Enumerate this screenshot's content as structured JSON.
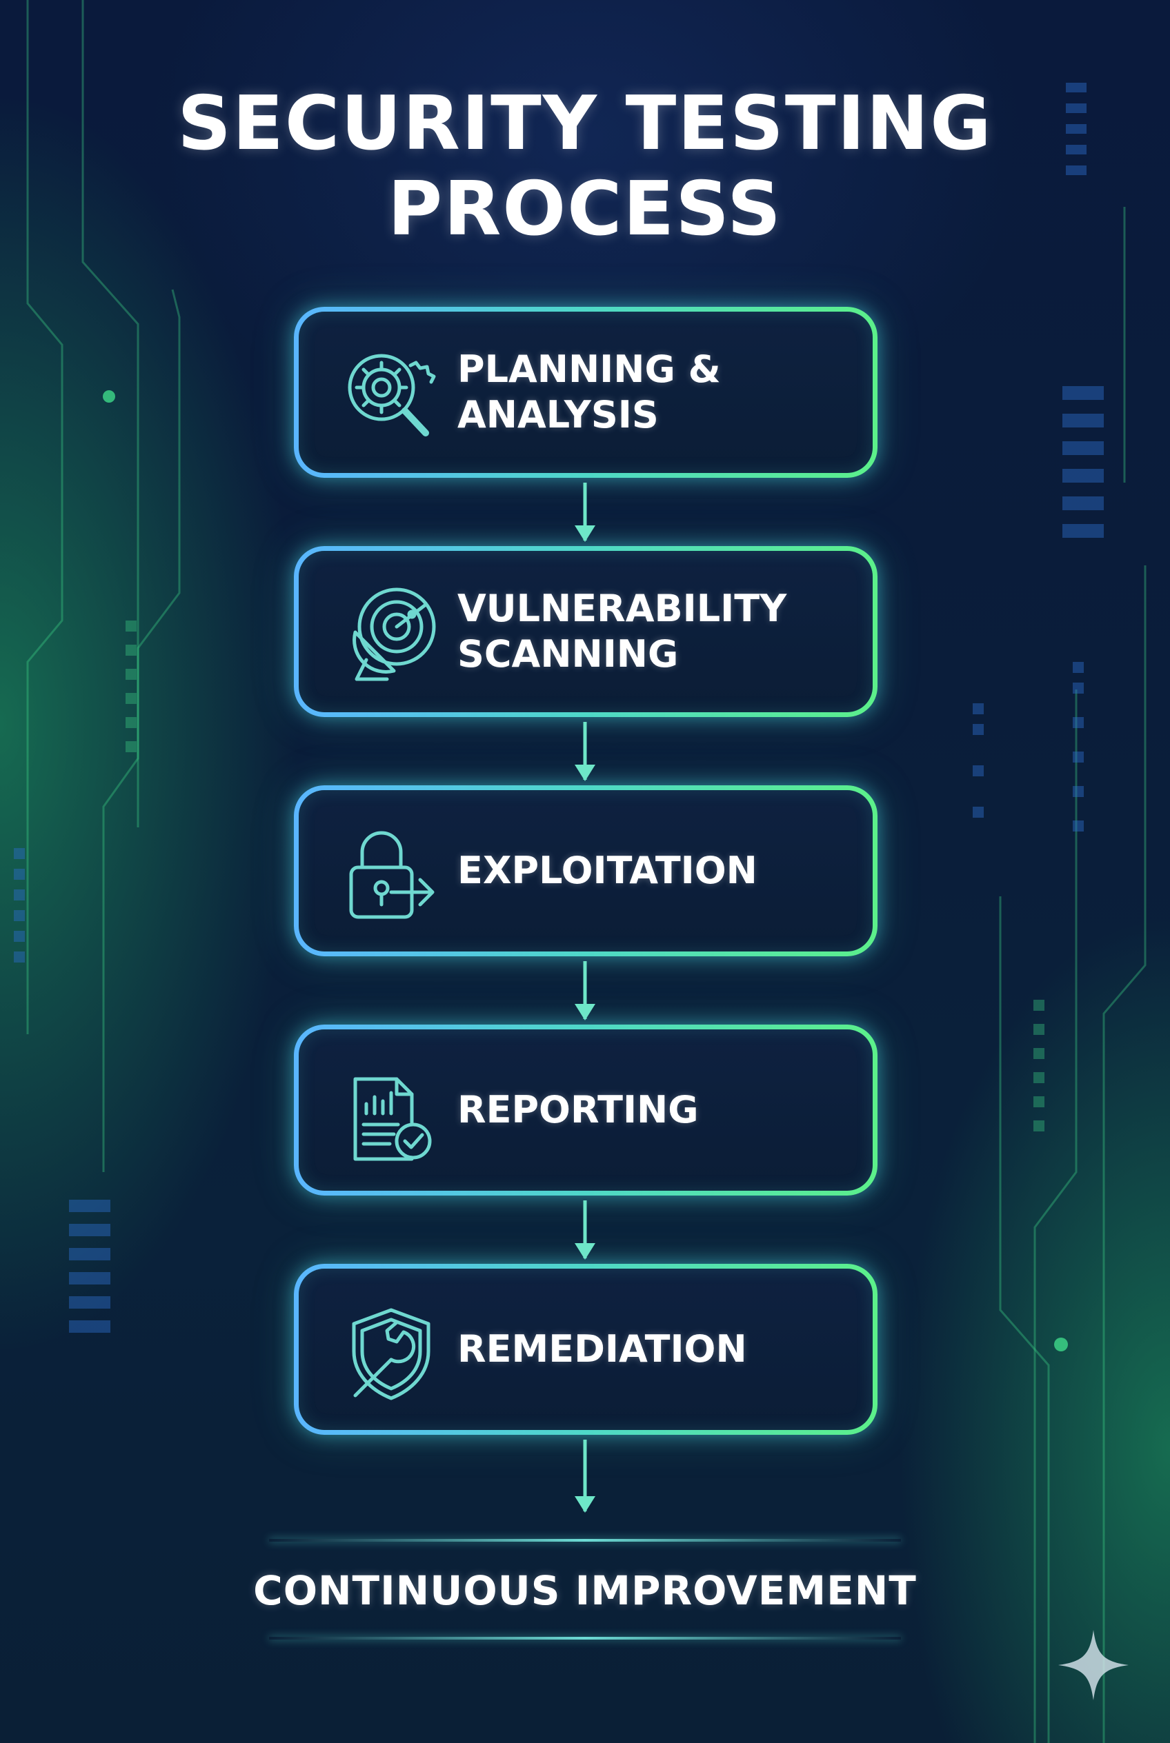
{
  "title": {
    "line1": "SECURITY TESTING",
    "line2": "PROCESS"
  },
  "steps": [
    {
      "label_line1": "PLANNING &",
      "label_line2": "ANALYSIS",
      "icon": "gear-magnifier-icon"
    },
    {
      "label_line1": "VULNERABILITY",
      "label_line2": "SCANNING",
      "icon": "radar-dish-icon"
    },
    {
      "label_line1": "EXPLOITATION",
      "label_line2": "",
      "icon": "padlock-arrow-icon"
    },
    {
      "label_line1": "REPORTING",
      "label_line2": "",
      "icon": "report-checkmark-icon"
    },
    {
      "label_line1": "REMEDIATION",
      "label_line2": "",
      "icon": "shield-wrench-icon"
    }
  ],
  "footer": {
    "text": "CONTINUOUS IMPROVEMENT"
  },
  "colors": {
    "background": "#0a1d3a",
    "border_start": "#5ab6ff",
    "border_end": "#5cf08a",
    "arrow": "#6ee6c8",
    "text": "#ffffff"
  }
}
